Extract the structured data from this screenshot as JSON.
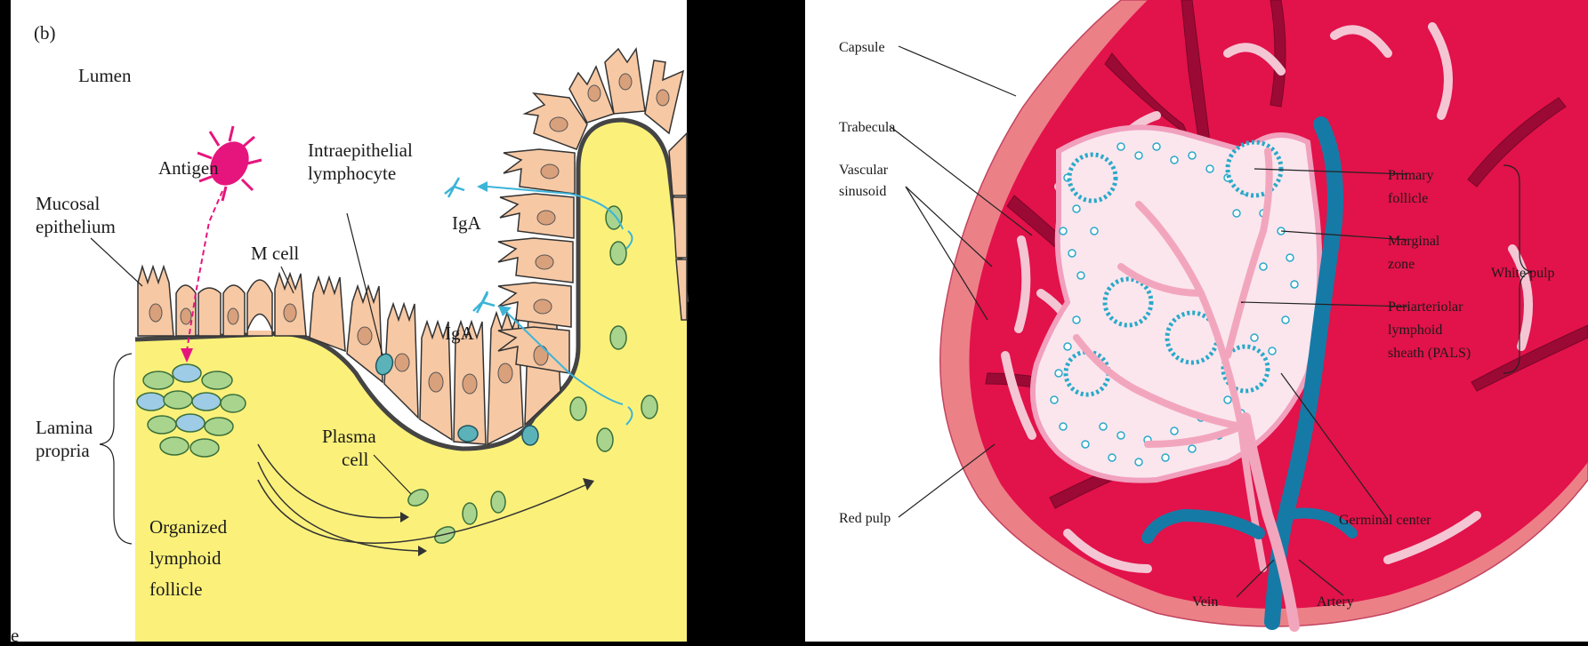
{
  "left_panel": {
    "panel_letter": "(b)",
    "lumen": "Lumen",
    "antigen": "Antigen",
    "intraepithelial_1": "Intraepithelial",
    "intraepithelial_2": "lymphocyte",
    "mucosal_1": "Mucosal",
    "mucosal_2": "epithelium",
    "m_cell": "M cell",
    "iga_top": "IgA",
    "iga_mid": "IgA",
    "lamina_1": "Lamina",
    "lamina_2": "propria",
    "plasma_1": "Plasma",
    "plasma_2": "cell",
    "organized_1": "Organized",
    "organized_2": "lymphoid",
    "organized_3": "follicle",
    "edge_fragment": "e"
  },
  "right_panel": {
    "capsule": "Capsule",
    "trabecula": "Trabecula",
    "vascular_1": "Vascular",
    "vascular_2": "sinusoid",
    "red_pulp": "Red pulp",
    "vein": "Vein",
    "artery": "Artery",
    "germinal_center": "Germinal center",
    "primary_1": "Primary",
    "primary_2": "follicle",
    "marginal_1": "Marginal",
    "marginal_2": "zone",
    "pals_1": "Periarteriolar",
    "pals_2": "lymphoid",
    "pals_3": "sheath (PALS)",
    "white_pulp": "White pulp"
  },
  "colors": {
    "lamina": "#fbf17a",
    "epithelium": "#f6c8a4",
    "nucleus": "#d9a07c",
    "antigen": "#e6157e",
    "iga": "#3cb4d8",
    "lymph_green": "#a9d48e",
    "lymph_blue": "#9ecbe6",
    "capsule": "#ec8087",
    "red_pulp": "#e2124a",
    "white_pulp": "#fbe6ee",
    "vein": "#167aa6",
    "artery": "#f2a6bd"
  }
}
